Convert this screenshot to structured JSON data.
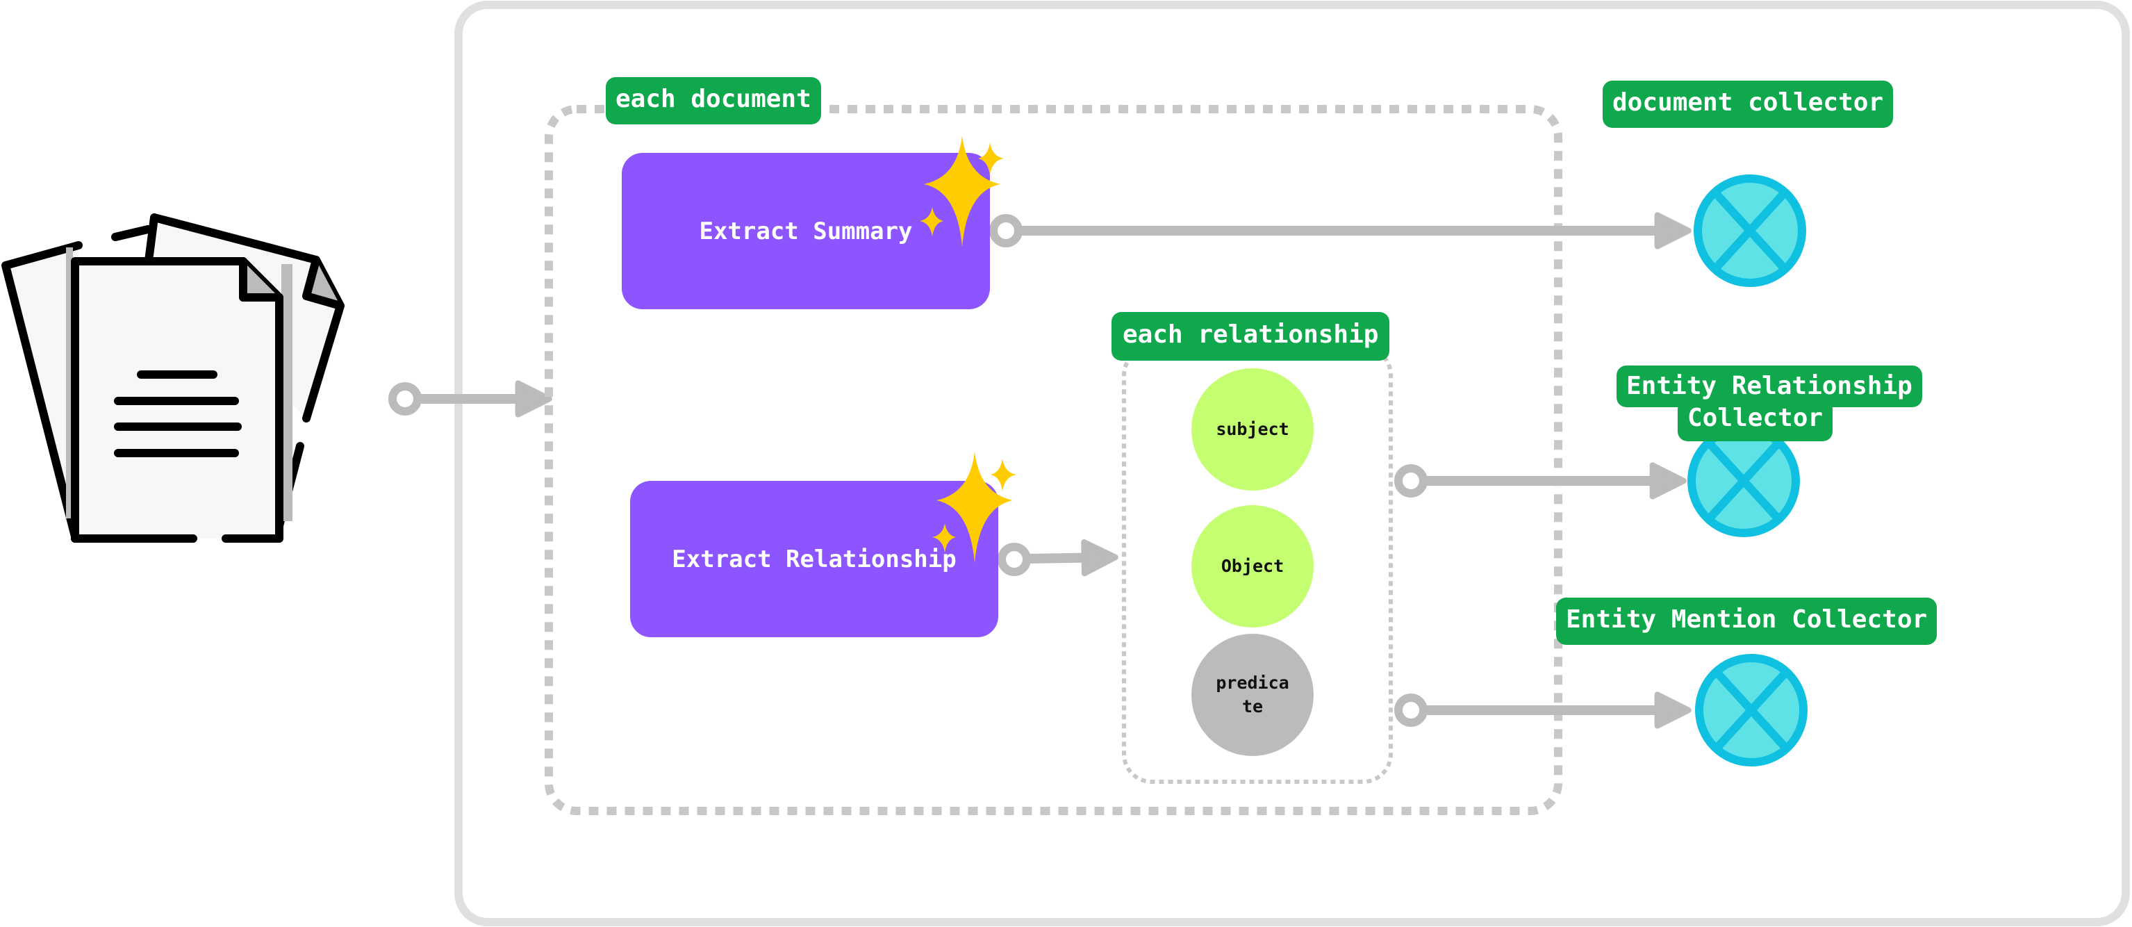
{
  "diagram": {
    "input": {
      "icon": "documents-icon",
      "label": ""
    },
    "scopes": {
      "each_document": {
        "label": "each document"
      },
      "each_relationship": {
        "label": "each relationship"
      }
    },
    "tasks": [
      {
        "id": "extract-summary",
        "label": "Extract Summary",
        "icon": "sparkles-icon"
      },
      {
        "id": "extract-relationship",
        "label": "Extract Relationship",
        "icon": "sparkles-icon"
      }
    ],
    "fields": [
      {
        "id": "subject",
        "label": "subject",
        "color": "#c4ff72"
      },
      {
        "id": "object",
        "label": "Object",
        "color": "#c4ff72"
      },
      {
        "id": "predicate",
        "label": "predica te",
        "color": "#bbbbbb"
      }
    ],
    "collectors": [
      {
        "id": "document-collector",
        "label": "document collector"
      },
      {
        "id": "entity-relationship-collector",
        "label_line1": "Entity Relationship",
        "label_line2": "Collector"
      },
      {
        "id": "entity-mention-collector",
        "label": "Entity Mention Collector"
      }
    ],
    "edges": [
      {
        "from": "input",
        "to": "each-document-scope"
      },
      {
        "from": "extract-summary",
        "to": "document-collector"
      },
      {
        "from": "extract-relationship",
        "to": "each-relationship-scope"
      },
      {
        "from": "each-relationship-scope",
        "to": "entity-relationship-collector"
      },
      {
        "from": "each-relationship-scope",
        "to": "entity-mention-collector"
      }
    ],
    "colors": {
      "tag_green": "#10a84c",
      "task_purple": "#8c55ff",
      "sparkle_yellow": "#ffcc00",
      "collector_fill": "#5ee2e6",
      "collector_stroke": "#0fc0e0",
      "connector_gray": "#bbbbbb",
      "dashed_gray": "#c8c8c8",
      "frame_gray": "#e0e0e0"
    }
  }
}
